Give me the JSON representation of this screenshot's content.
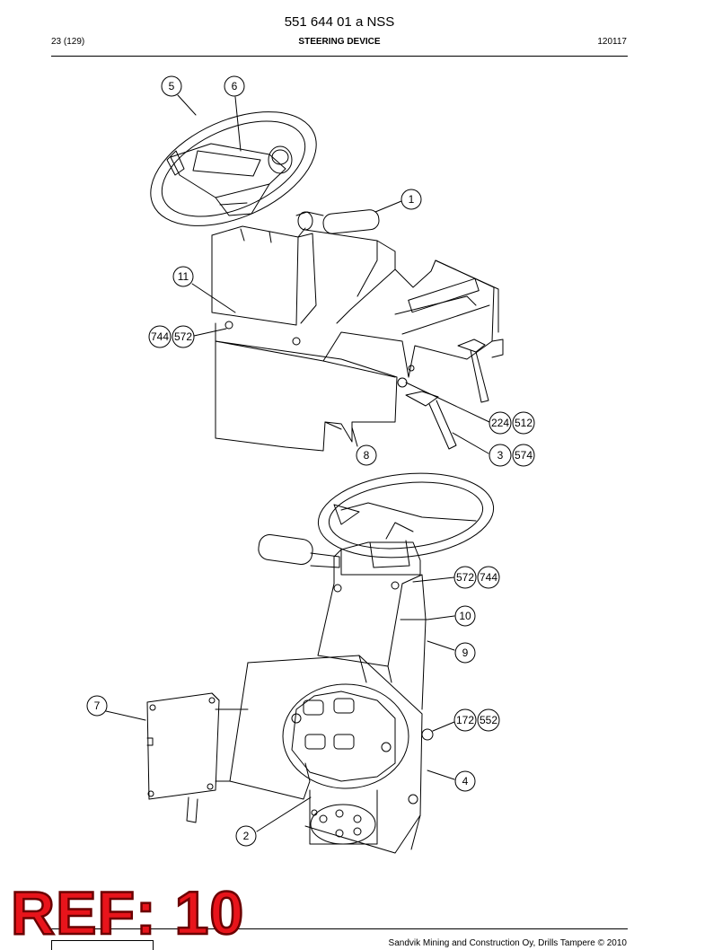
{
  "document": {
    "title": "551 644 01 a NSS",
    "page": "23 (129)",
    "section": "STEERING DEVICE",
    "code": "120117"
  },
  "drawing": {
    "callouts": [
      "5",
      "6",
      "1",
      "11",
      "744",
      "572",
      "224",
      "512",
      "8",
      "3",
      "574",
      "572",
      "744",
      "10",
      "9",
      "7",
      "172",
      "552",
      "4",
      "2"
    ]
  },
  "stamp": {
    "text": "REF: 10",
    "color": "#e8141b"
  },
  "footer": {
    "copyright": "Sandvik Mining and Construction Oy, Drills Tampere © 2010"
  }
}
